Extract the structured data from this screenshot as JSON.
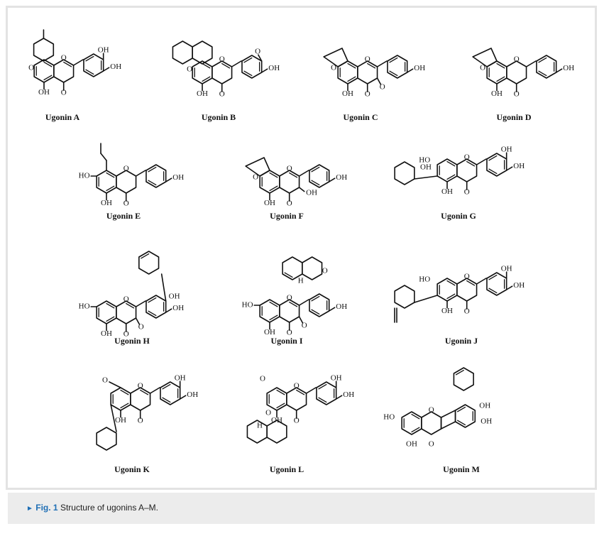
{
  "figure": {
    "label": "Fig. 1",
    "caption": "Structure of ugonins A–M.",
    "atoms": {
      "OH": "OH",
      "O": "O",
      "H": "H",
      "HO": "HO"
    },
    "compounds": [
      {
        "name": "Ugonin A"
      },
      {
        "name": "Ugonin B"
      },
      {
        "name": "Ugonin C"
      },
      {
        "name": "Ugonin D"
      },
      {
        "name": "Ugonin E"
      },
      {
        "name": "Ugonin F"
      },
      {
        "name": "Ugonin G"
      },
      {
        "name": "Ugonin H"
      },
      {
        "name": "Ugonin I"
      },
      {
        "name": "Ugonin J"
      },
      {
        "name": "Ugonin K"
      },
      {
        "name": "Ugonin L"
      },
      {
        "name": "Ugonin M"
      }
    ]
  }
}
